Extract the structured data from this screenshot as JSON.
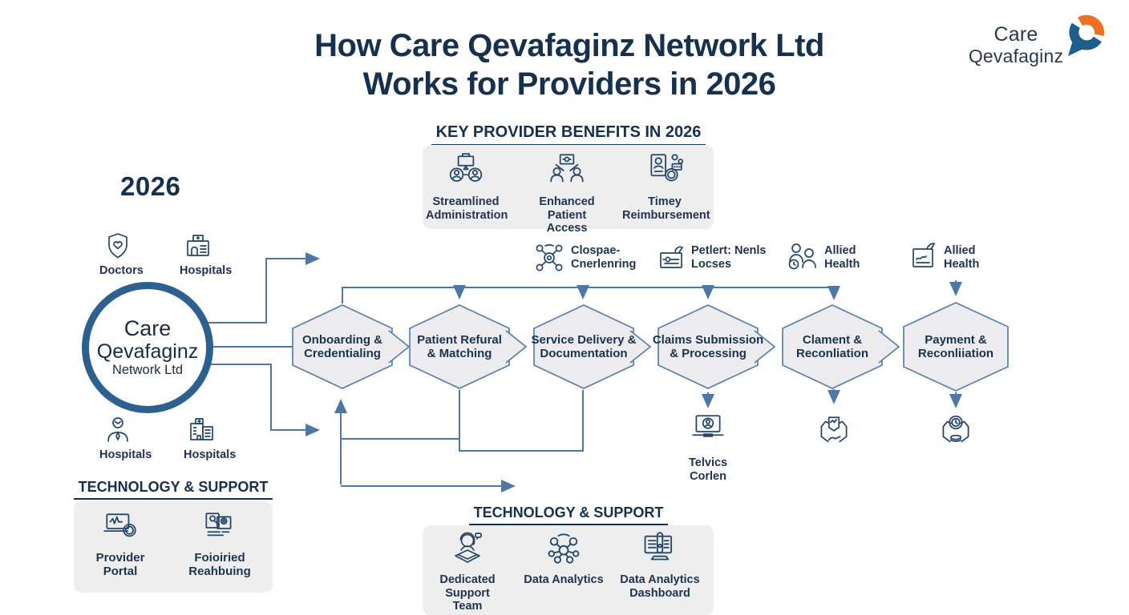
{
  "title": {
    "line1": "How Care Qevafaginz Network Ltd",
    "line2": "Works for Providers in 2026"
  },
  "logo": {
    "line1": "Care",
    "line2": "Qevafaginz"
  },
  "year": "2026",
  "benefits": {
    "heading": "KEY PROVIDER BENEFITS IN 2026",
    "items": [
      {
        "label": "Streamlined\nAdministration",
        "icon": "briefcase-people-icon"
      },
      {
        "label": "Enhanced\nPatient Access",
        "icon": "screen-people-icon"
      },
      {
        "label": "Timey\nReimbursement",
        "icon": "card-coin-icon"
      }
    ]
  },
  "providers": {
    "top": [
      {
        "label": "Doctors",
        "icon": "shield-heart-icon"
      },
      {
        "label": "Hospitals",
        "icon": "hospital-building-icon"
      }
    ],
    "bottom": [
      {
        "label": "Hospitals",
        "icon": "person-icon"
      },
      {
        "label": "Hospitals",
        "icon": "hospital-buildings-icon"
      }
    ]
  },
  "hub": {
    "line1": "Care",
    "line2": "Qevafaginz",
    "line3": "Network Ltd"
  },
  "tech_left": {
    "heading": "TECHNOLOGY & SUPPORT",
    "items": [
      {
        "label": "Provider\nPortal",
        "icon": "laptop-pulse-icon"
      },
      {
        "label": "Foioiried\nReahbuing",
        "icon": "document-person-icon"
      }
    ]
  },
  "steps": [
    {
      "label": "Onboarding &\nCredentialing"
    },
    {
      "label": "Patient Refural\n& Matching"
    },
    {
      "label": "Service Delivery &\nDocumentation"
    },
    {
      "label": "Claims Submission\n& Processing"
    },
    {
      "label": "Clament &\nReconliation"
    },
    {
      "label": "Payment &\nReconliiation"
    }
  ],
  "step_icons": [
    {
      "label": "Clospae-\nCnerlenring",
      "icon": "network-nodes-icon"
    },
    {
      "label": "Petlert: Nenls\nLocses",
      "icon": "patient-card-icon"
    },
    {
      "label": "Allied\nHealth",
      "icon": "two-people-icon"
    },
    {
      "label": "Allied\nHealth",
      "icon": "document-signature-icon"
    }
  ],
  "outputs": [
    {
      "label": "Telvics\nCorlen",
      "icon": "laptop-person-icon"
    },
    {
      "label": "",
      "icon": "hands-document-icon"
    },
    {
      "label": "",
      "icon": "hands-payment-icon"
    }
  ],
  "tech_bottom": {
    "heading": "TECHNOLOGY & SUPPORT",
    "items": [
      {
        "label": "Dedicated\nSupport\nTeam",
        "icon": "support-agent-icon"
      },
      {
        "label": "Data Analytics",
        "icon": "analytics-nodes-icon"
      },
      {
        "label": "Data Analytics\nDashboard",
        "icon": "analytics-dashboard-icon"
      }
    ]
  },
  "colors": {
    "navy": "#16304f",
    "steel": "#4d77a5",
    "hex_fill": "#ececee",
    "hex_line": "#5a7fa8",
    "panel_gray": "#eeeeef",
    "circle_ring": "#2c618f",
    "logo_orange": "#ed7027",
    "logo_blue": "#1f5d8d"
  }
}
